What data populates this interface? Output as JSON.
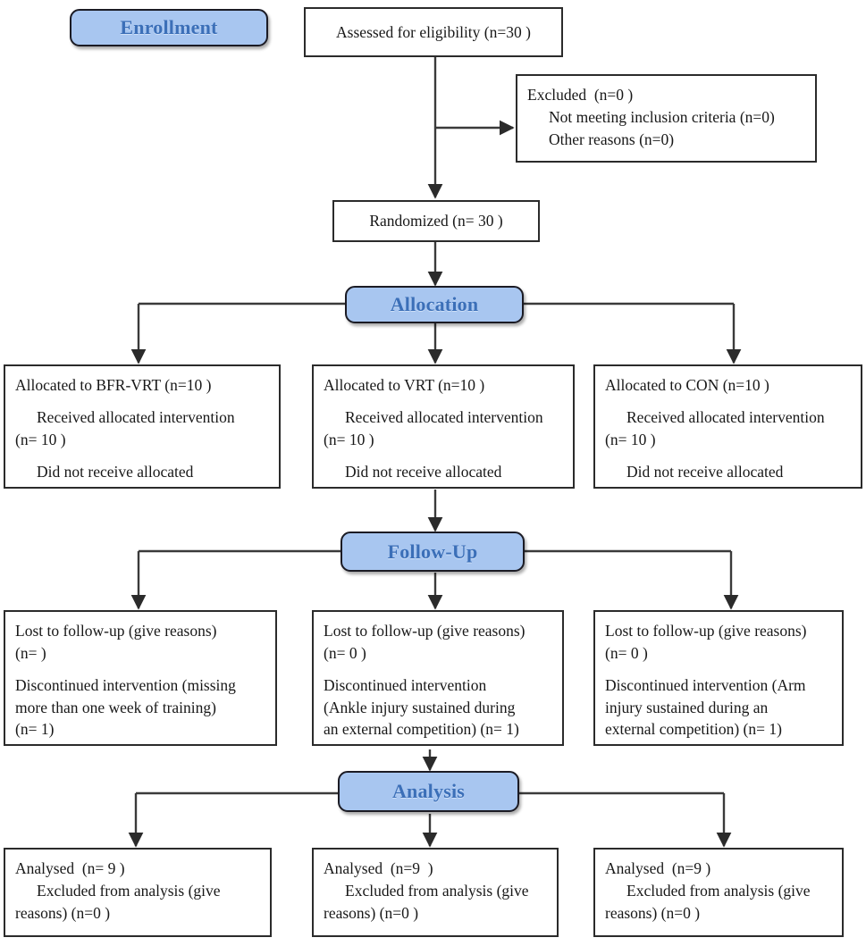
{
  "diagram": {
    "title": "CONSORT participant flow diagram",
    "colors": {
      "banner_fill": "#a8c6f0",
      "banner_text": "#3b6fb8",
      "banner_border": "#1b1b24",
      "box_border": "#2b2b2b",
      "box_fill": "#ffffff",
      "edge": "#3a3a3a",
      "page_background": "#ffffff"
    }
  },
  "banners": {
    "enrollment": "Enrollment",
    "allocation": "Allocation",
    "followup": "Follow-Up",
    "analysis": "Analysis"
  },
  "enrollment": {
    "assessed": "Assessed for eligibility (n=30 )",
    "excluded": {
      "line1": "Excluded  (n=0 )",
      "line2": "Not meeting inclusion criteria (n=0)",
      "line3": "Other reasons (n=0)"
    },
    "randomized": "Randomized (n= 30 )"
  },
  "allocation": {
    "arms": [
      {
        "arm": "BFR-VRT",
        "line1": "Allocated to BFR-VRT (n=10 )",
        "line2": "Received allocated intervention",
        "line3": "(n= 10 )",
        "line4": "Did not receive allocated"
      },
      {
        "arm": "VRT",
        "line1": "Allocated to VRT (n=10 )",
        "line2": "Received allocated intervention",
        "line3": "(n= 10 )",
        "line4": "Did not receive allocated"
      },
      {
        "arm": "CON",
        "line1": "Allocated to CON (n=10 )",
        "line2": "Received allocated intervention",
        "line3": "(n= 10 )",
        "line4": "Did not receive allocated"
      }
    ]
  },
  "followup": {
    "arms": [
      {
        "arm": "BFR-VRT",
        "line1": "Lost to follow-up (give reasons)",
        "line2": "(n= )",
        "line3": "Discontinued intervention (missing",
        "line4": "more than one week of training)",
        "line5": "(n= 1)"
      },
      {
        "arm": "VRT",
        "line1": "Lost to follow-up (give reasons)",
        "line2": "(n= 0 )",
        "line3": "Discontinued intervention",
        "line4": "(Ankle injury sustained during",
        "line5": "an external competition) (n= 1)"
      },
      {
        "arm": "CON",
        "line1": "Lost to follow-up (give reasons)",
        "line2": "(n= 0 )",
        "line3": "Discontinued intervention (Arm",
        "line4": "injury sustained during an",
        "line5": "external competition) (n= 1)"
      }
    ]
  },
  "analysis": {
    "arms": [
      {
        "arm": "BFR-VRT",
        "line1": "Analysed  (n= 9 )",
        "line2": "Excluded from analysis (give",
        "line3": "reasons) (n=0 )"
      },
      {
        "arm": "VRT",
        "line1": "Analysed  (n=9  )",
        "line2": "Excluded from analysis (give",
        "line3": "reasons) (n=0 )"
      },
      {
        "arm": "CON",
        "line1": "Analysed  (n=9 )",
        "line2": "Excluded from analysis (give",
        "line3": "reasons) (n=0 )"
      }
    ]
  }
}
